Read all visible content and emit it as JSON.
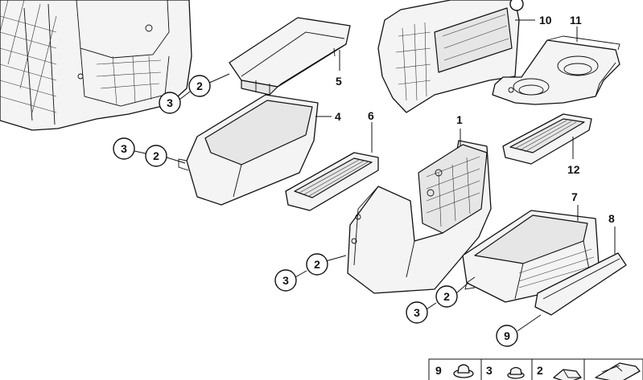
{
  "callouts": {
    "c2_a": "2",
    "c3_a": "3",
    "c2_b": "2",
    "c3_b": "3",
    "c2_c": "2",
    "c3_c": "3",
    "c2_d": "2",
    "c3_d": "3",
    "c9": "9"
  },
  "labels": {
    "p1": "1",
    "p4": "4",
    "p5": "5",
    "p6": "6",
    "p7": "7",
    "p8": "8",
    "p10": "10",
    "p11": "11",
    "p12": "12"
  },
  "legend": {
    "n9": "9",
    "n3": "3",
    "n2": "2"
  }
}
